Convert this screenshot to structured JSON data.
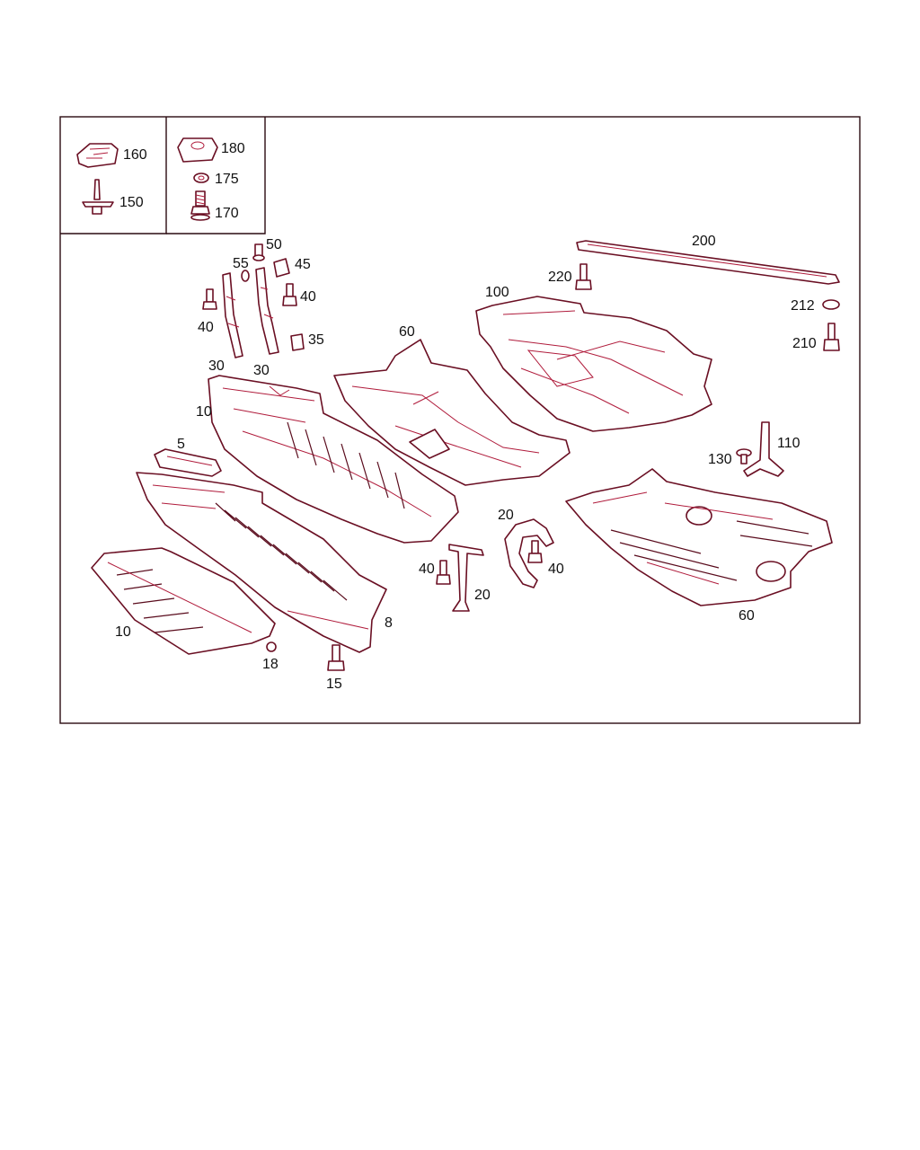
{
  "legend": {
    "box1": [
      {
        "num": "160",
        "icon": "clip-nut-icon"
      },
      {
        "num": "150",
        "icon": "push-rivet-icon"
      }
    ],
    "box2": [
      {
        "num": "180",
        "icon": "speed-nut-icon"
      },
      {
        "num": "175",
        "icon": "washer-icon"
      },
      {
        "num": "170",
        "icon": "bolt-icon"
      }
    ]
  },
  "callouts": {
    "c50": "50",
    "c55": "55",
    "c45": "45",
    "c40a": "40",
    "c40b": "40",
    "c35": "35",
    "c30a": "30",
    "c30b": "30",
    "c10a": "10",
    "c60a": "60",
    "c100": "100",
    "c220": "220",
    "c200": "200",
    "c212": "212",
    "c210": "210",
    "c5": "5",
    "c110": "110",
    "c130": "130",
    "c20a": "20",
    "c20b": "20",
    "c40c": "40",
    "c40d": "40",
    "c8": "8",
    "c10b": "10",
    "c18": "18",
    "c15": "15",
    "c60b": "60"
  },
  "colors": {
    "outline": "#6a0f23",
    "accent": "#b01c3c",
    "frame": "#2a0a10"
  }
}
